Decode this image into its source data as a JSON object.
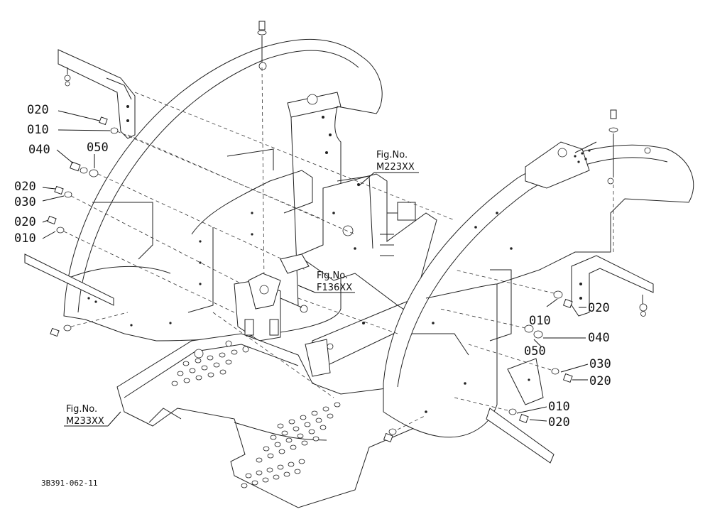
{
  "callouts": {
    "left_020_top": "020",
    "left_010_top": "010",
    "left_040": "040",
    "left_050": "050",
    "left_020_mid": "020",
    "left_030": "030",
    "left_020_low": "020",
    "left_010_low": "010",
    "right_010_top": "010",
    "right_020_top": "020",
    "right_040": "040",
    "right_050": "050",
    "right_030": "030",
    "right_020_mid": "020",
    "right_010_low": "010",
    "right_020_low": "020"
  },
  "references": {
    "m223": {
      "label": "Fig.No.",
      "number": "M223XX"
    },
    "f136": {
      "label": "Fig.No.",
      "number": "F136XX"
    },
    "m233": {
      "label": "Fig.No.",
      "number": "M233XX"
    }
  },
  "drawing_code": "3B391-062-11",
  "colors": {
    "ink": "#111111",
    "paper": "#ffffff"
  }
}
